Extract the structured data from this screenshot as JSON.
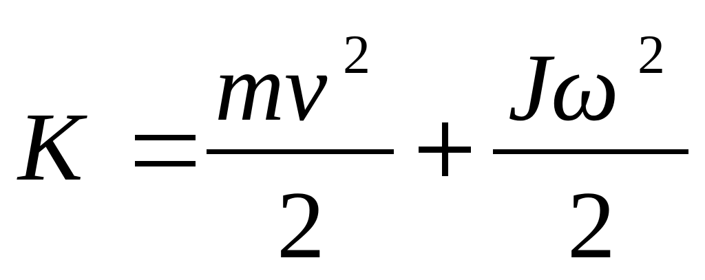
{
  "equation": {
    "lhs": "K",
    "equals": "=",
    "term1": {
      "numerator_base": "mv",
      "numerator_exponent": "2",
      "denominator": "2"
    },
    "plus": "+",
    "term2": {
      "numerator_base": "Jω",
      "numerator_exponent": "2",
      "denominator": "2"
    }
  }
}
